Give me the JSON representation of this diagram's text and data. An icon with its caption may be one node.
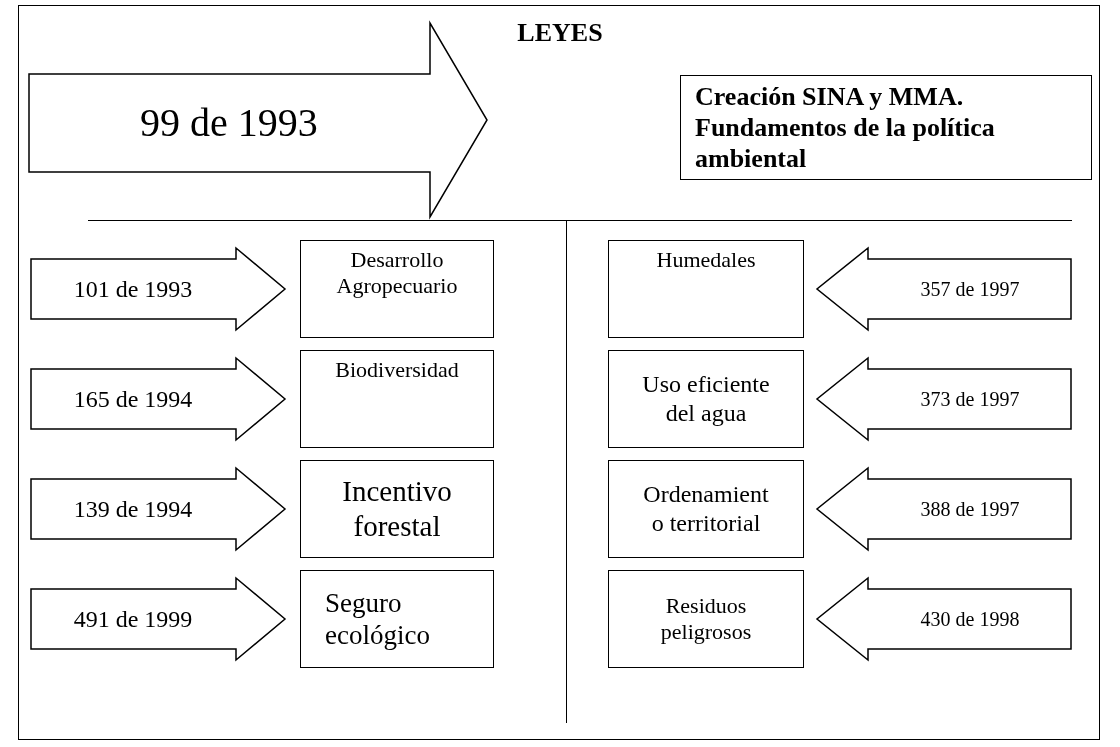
{
  "diagram": {
    "title": "LEYES",
    "nodes": [
      {
        "text": [
          "99 de 1993"
        ]
      },
      {
        "text": [
          "Creación SINA y MMA. Fundamentos de la política ambiental"
        ]
      },
      {
        "text": [
          "101 de 1993"
        ]
      },
      {
        "text": [
          "Desarrollo Agropecuario"
        ]
      },
      {
        "text": [
          "Humedales"
        ]
      },
      {
        "text": [
          "357 de 1997"
        ]
      },
      {
        "text": [
          "165 de 1994"
        ]
      },
      {
        "text": [
          "Biodiversidad"
        ]
      },
      {
        "text": [
          "Uso eficiente del agua"
        ]
      },
      {
        "text": [
          "373 de 1997"
        ]
      },
      {
        "text": [
          "139 de 1994"
        ]
      },
      {
        "text": [
          "Incentivo forestal"
        ]
      },
      {
        "text": [
          "Ordenamient o territorial"
        ]
      },
      {
        "text": [
          "388 de 1997"
        ]
      },
      {
        "text": [
          "491 de 1999"
        ]
      },
      {
        "text": [
          "Seguro ecológico"
        ]
      },
      {
        "text": [
          "Residuos peligrosos"
        ]
      },
      {
        "text": [
          "430 de 1998"
        ]
      }
    ],
    "edges": []
  }
}
